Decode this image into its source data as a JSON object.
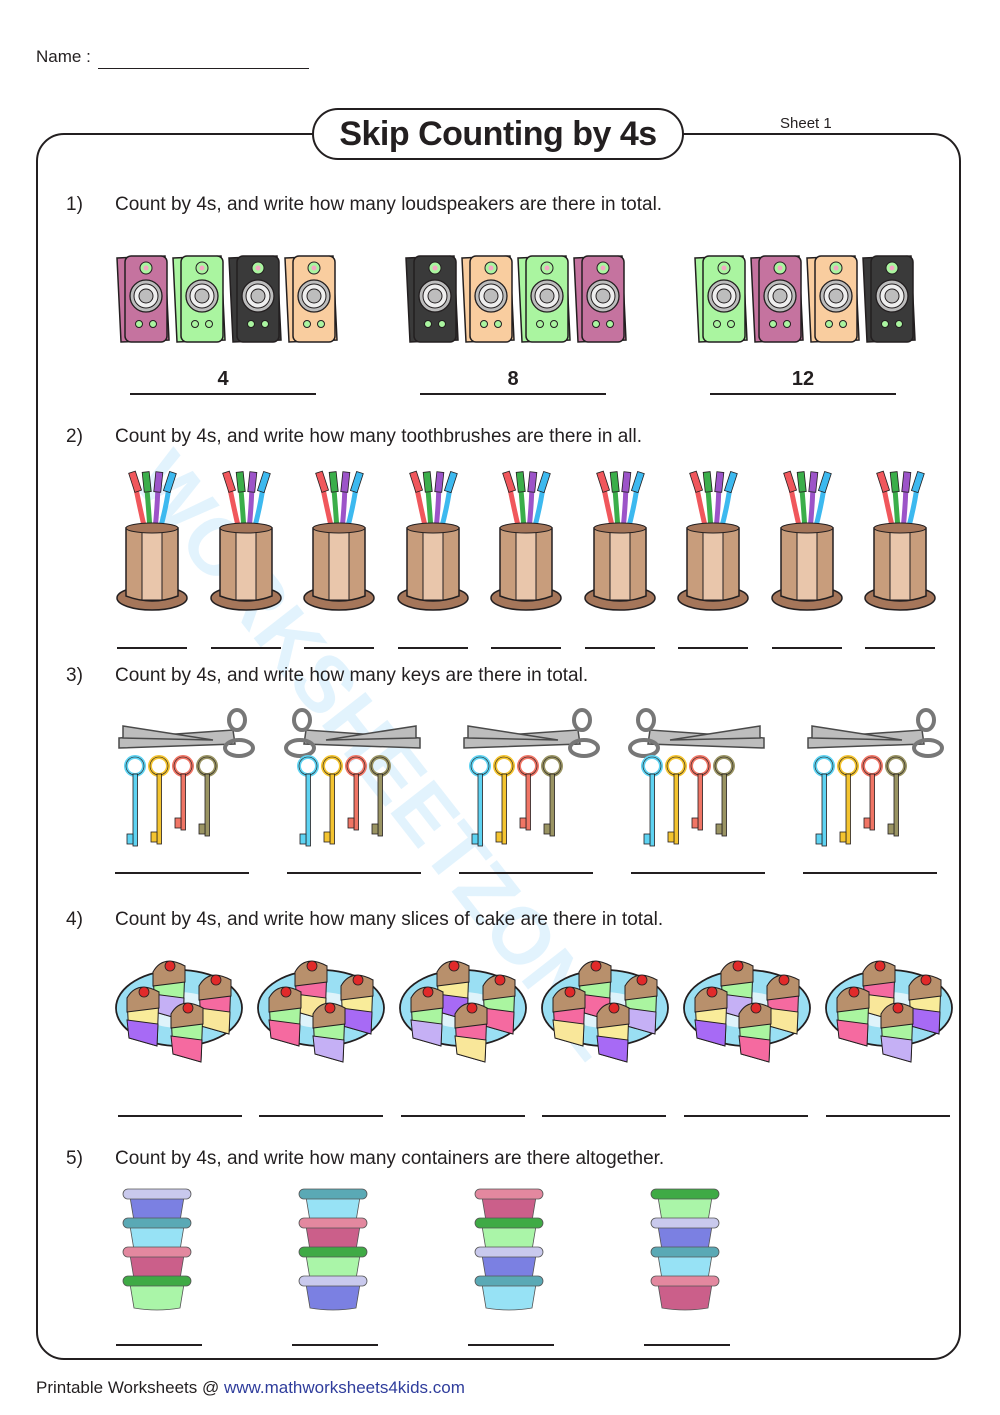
{
  "header": {
    "name_label": "Name :",
    "title": "Skip Counting by 4s",
    "sheet": "Sheet 1"
  },
  "questions": [
    {
      "number": "1)",
      "text": "Count by 4s, and write how many loudspeakers are there in total.",
      "item": "loudspeaker-icon",
      "groups": 3,
      "answers": [
        "4",
        "8",
        "12"
      ]
    },
    {
      "number": "2)",
      "text": "Count by 4s, and write how many toothbrushes are there in all.",
      "item": "toothbrush-cup-icon",
      "groups": 9,
      "answers": [
        "",
        "",
        "",
        "",
        "",
        "",
        "",
        "",
        ""
      ]
    },
    {
      "number": "3)",
      "text": "Count by 4s, and write how many keys are there in total.",
      "item": "key-rack-icon",
      "groups": 5,
      "answers": [
        "",
        "",
        "",
        "",
        ""
      ]
    },
    {
      "number": "4)",
      "text": "Count by 4s, and write how many slices of cake are there in total.",
      "item": "cake-plate-icon",
      "groups": 6,
      "answers": [
        "",
        "",
        "",
        "",
        "",
        ""
      ]
    },
    {
      "number": "5)",
      "text": "Count by 4s, and write how many containers are there altogether.",
      "item": "container-stack-icon",
      "groups": 4,
      "answers": [
        "",
        "",
        "",
        ""
      ]
    }
  ],
  "footer": {
    "prefix": "Printable Worksheets @ ",
    "link": "www.mathworksheets4kids.com"
  },
  "watermark": "WORKSHEETZONE",
  "colors": {
    "ink": "#231f20",
    "link": "#2f3d9c",
    "speaker_pink": "#c5739f",
    "speaker_green": "#aaf5a0",
    "speaker_black": "#3a3a3a",
    "speaker_peach": "#f9cd9f",
    "cup_brown": "#c89d7c",
    "plate_blue": "#9adff3"
  }
}
